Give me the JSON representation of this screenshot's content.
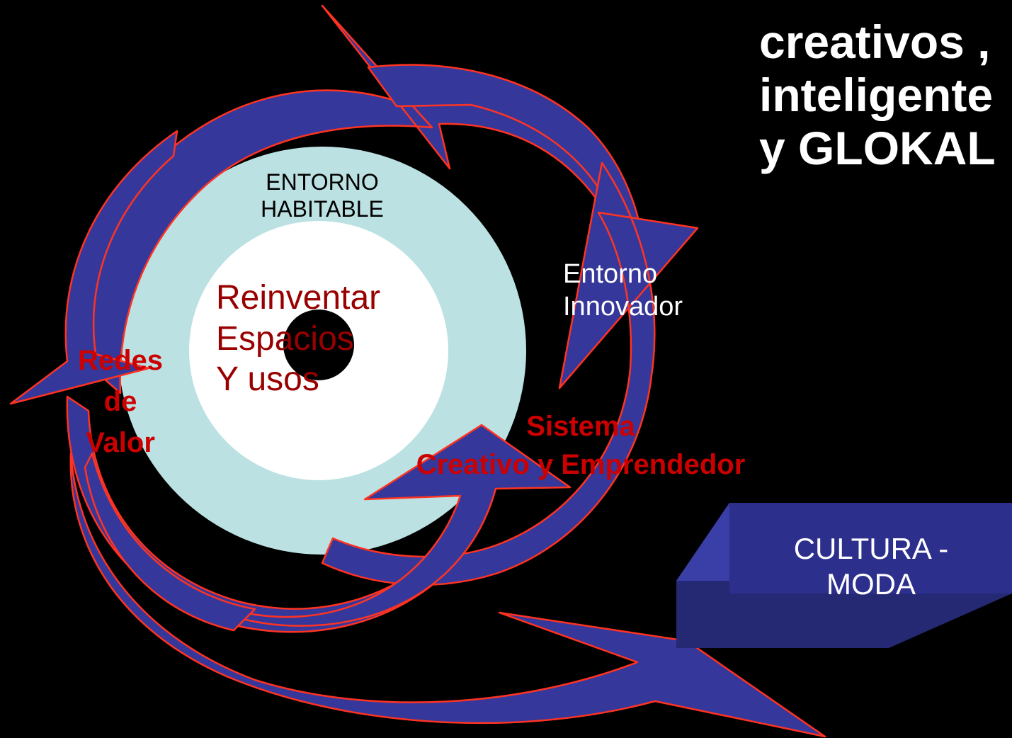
{
  "title": "creativos ,\ninteligente\ny GLOKAL",
  "rings": {
    "outer_label": "ENTORNO\nHABITABLE",
    "inner_label": "Reinventar\nEspacios\nY usos"
  },
  "cycle_labels": {
    "innovador": "Entorno\nInnovador",
    "redes": "Redes\nde\nValor",
    "sistema": "Sistema\nCreativo y Emprendedor"
  },
  "box_label": "CULTURA -\nMODA",
  "colors": {
    "background": "#000000",
    "outer_ring": "#bce1e2",
    "inner_circle": "#ffffff",
    "core": "#000000",
    "arrow_fill": "#35389a",
    "arrow_stroke": "#ff3322",
    "box_front": "#2c2f8c",
    "box_top": "#343c9d",
    "box_bottom": "#252873",
    "red_text": "#cc0000",
    "dark_red_text": "#990000"
  }
}
